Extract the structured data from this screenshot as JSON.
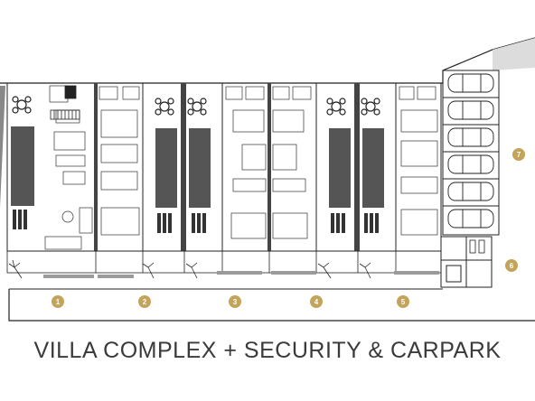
{
  "title": "VILLA COMPLEX + SECURITY & CARPARK",
  "units": [
    {
      "label": "1"
    },
    {
      "label": "2"
    },
    {
      "label": "3"
    },
    {
      "label": "4"
    },
    {
      "label": "5"
    },
    {
      "label": "6"
    },
    {
      "label": "7"
    }
  ],
  "colors": {
    "accent": "#c4a45a",
    "line": "#222222",
    "pool": "#555555"
  },
  "icons": [
    "palm-tree-icon",
    "car-icon",
    "motorbike-icon",
    "stair-icon"
  ]
}
